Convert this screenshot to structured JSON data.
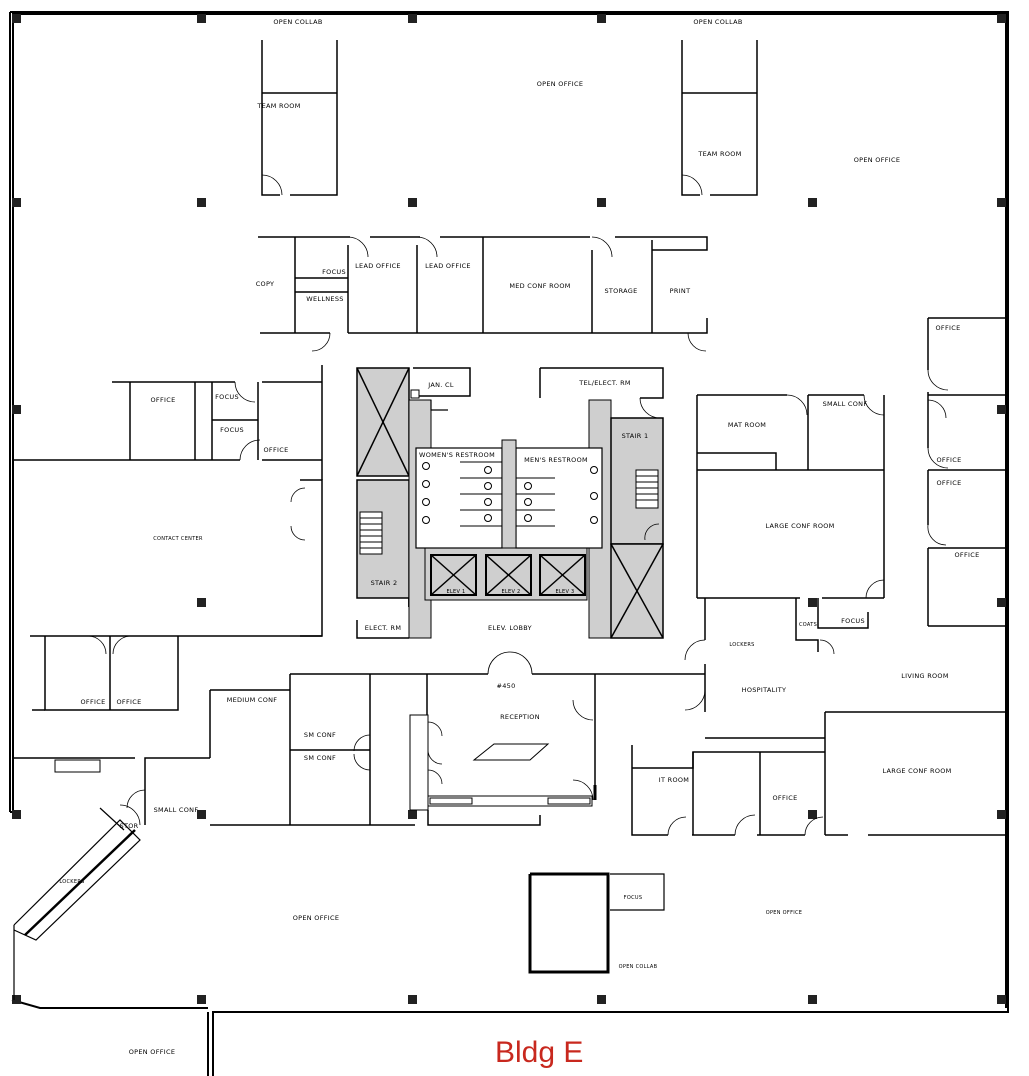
{
  "building_label": "Bldg E",
  "suite_number": "#450",
  "rooms": {
    "open_collab_left": "OPEN COLLAB",
    "open_collab_right": "OPEN COLLAB",
    "open_office_top": "OPEN OFFICE",
    "open_office_top_right": "OPEN OFFICE",
    "team_room_left": "TEAM ROOM",
    "team_room_right": "TEAM ROOM",
    "copy": "COPY",
    "focus_upper": "FOCUS",
    "wellness": "WELLNESS",
    "lead_office_1": "LEAD OFFICE",
    "lead_office_2": "LEAD OFFICE",
    "med_conf_room": "MED CONF ROOM",
    "storage": "STORAGE",
    "print": "PRINT",
    "office_right_top": "OFFICE",
    "office_left_1": "OFFICE",
    "focus_left_1": "FOCUS",
    "focus_left_2": "FOCUS",
    "office_left_2": "OFFICE",
    "jan_cl": "JAN. CL",
    "tel_elect_rm": "TEL/ELECT. RM",
    "womens_restroom": "WOMEN'S RESTROOM",
    "mens_restroom": "MEN'S RESTROOM",
    "stair_1": "STAIR 1",
    "stair_2": "STAIR 2",
    "mat_room": "MAT ROOM",
    "small_conf_right": "SMALL CONF",
    "office_right_2": "OFFICE",
    "office_right_3": "OFFICE",
    "office_right_4": "OFFICE",
    "contact_center": "CONTACT CENTER",
    "large_conf_room_1": "LARGE CONF ROOM",
    "elev_1": "ELEV 1",
    "elev_2": "ELEV 2",
    "elev_3": "ELEV 3",
    "elect_rm": "ELECT. RM",
    "elev_lobby": "ELEV. LOBBY",
    "coats": "COATS",
    "focus_right": "FOCUS",
    "lockers_right": "LOCKERS",
    "living_room": "LIVING ROOM",
    "hospitality": "HOSPITALITY",
    "office_bottom_left_1": "OFFICE",
    "office_bottom_left_2": "OFFICE",
    "medium_conf": "MEDIUM CONF",
    "reception": "RECEPTION",
    "sm_conf_1": "SM CONF",
    "sm_conf_2": "SM CONF",
    "large_conf_room_2": "LARGE CONF ROOM",
    "it_room": "IT ROOM",
    "office_bottom_right": "OFFICE",
    "small_conf_bottom": "SMALL CONF",
    "stor": "STOR",
    "lockers_left": "LOCKERS",
    "open_office_bottom": "OPEN OFFICE",
    "open_office_bottom_right": "OPEN OFFICE",
    "focus_bottom": "FOCUS",
    "open_collab_bottom": "OPEN COLLAB",
    "open_office_outside": "OPEN OFFICE"
  },
  "colors": {
    "building_label": "#c8281e",
    "core_fill": "#cfcfcf",
    "walls": "#000000"
  }
}
